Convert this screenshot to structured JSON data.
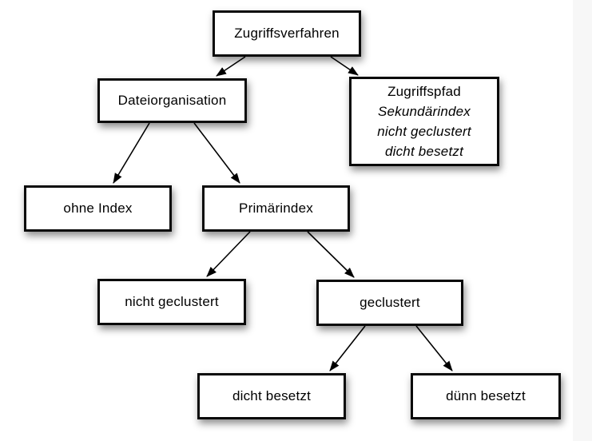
{
  "diagram": {
    "type": "tree",
    "background": "#ffffff",
    "right_band_color": "#f7f7f7",
    "box_style": {
      "fill": "#ffffff",
      "border": "#000000",
      "text_color": "#000000"
    },
    "nodes": {
      "root": {
        "label": "Zugriffsverfahren"
      },
      "dateiorganisation": {
        "label": "Dateiorganisation"
      },
      "zugriffspfad": {
        "label": "Zugriffspfad",
        "sublines": [
          "Sekundärindex",
          "nicht geclustert",
          "dicht besetzt"
        ]
      },
      "ohne_index": {
        "label": "ohne Index"
      },
      "primaerindex": {
        "label": "Primärindex"
      },
      "nicht_geclustert": {
        "label": "nicht geclustert"
      },
      "geclustert": {
        "label": "geclustert"
      },
      "dicht_besetzt": {
        "label": "dicht besetzt"
      },
      "duenn_besetzt": {
        "label": "dünn besetzt"
      }
    },
    "edges": [
      {
        "from": "root",
        "to": "dateiorganisation"
      },
      {
        "from": "root",
        "to": "zugriffspfad"
      },
      {
        "from": "dateiorganisation",
        "to": "ohne_index"
      },
      {
        "from": "dateiorganisation",
        "to": "primaerindex"
      },
      {
        "from": "primaerindex",
        "to": "nicht_geclustert"
      },
      {
        "from": "primaerindex",
        "to": "geclustert"
      },
      {
        "from": "geclustert",
        "to": "dicht_besetzt"
      },
      {
        "from": "geclustert",
        "to": "duenn_besetzt"
      }
    ]
  }
}
